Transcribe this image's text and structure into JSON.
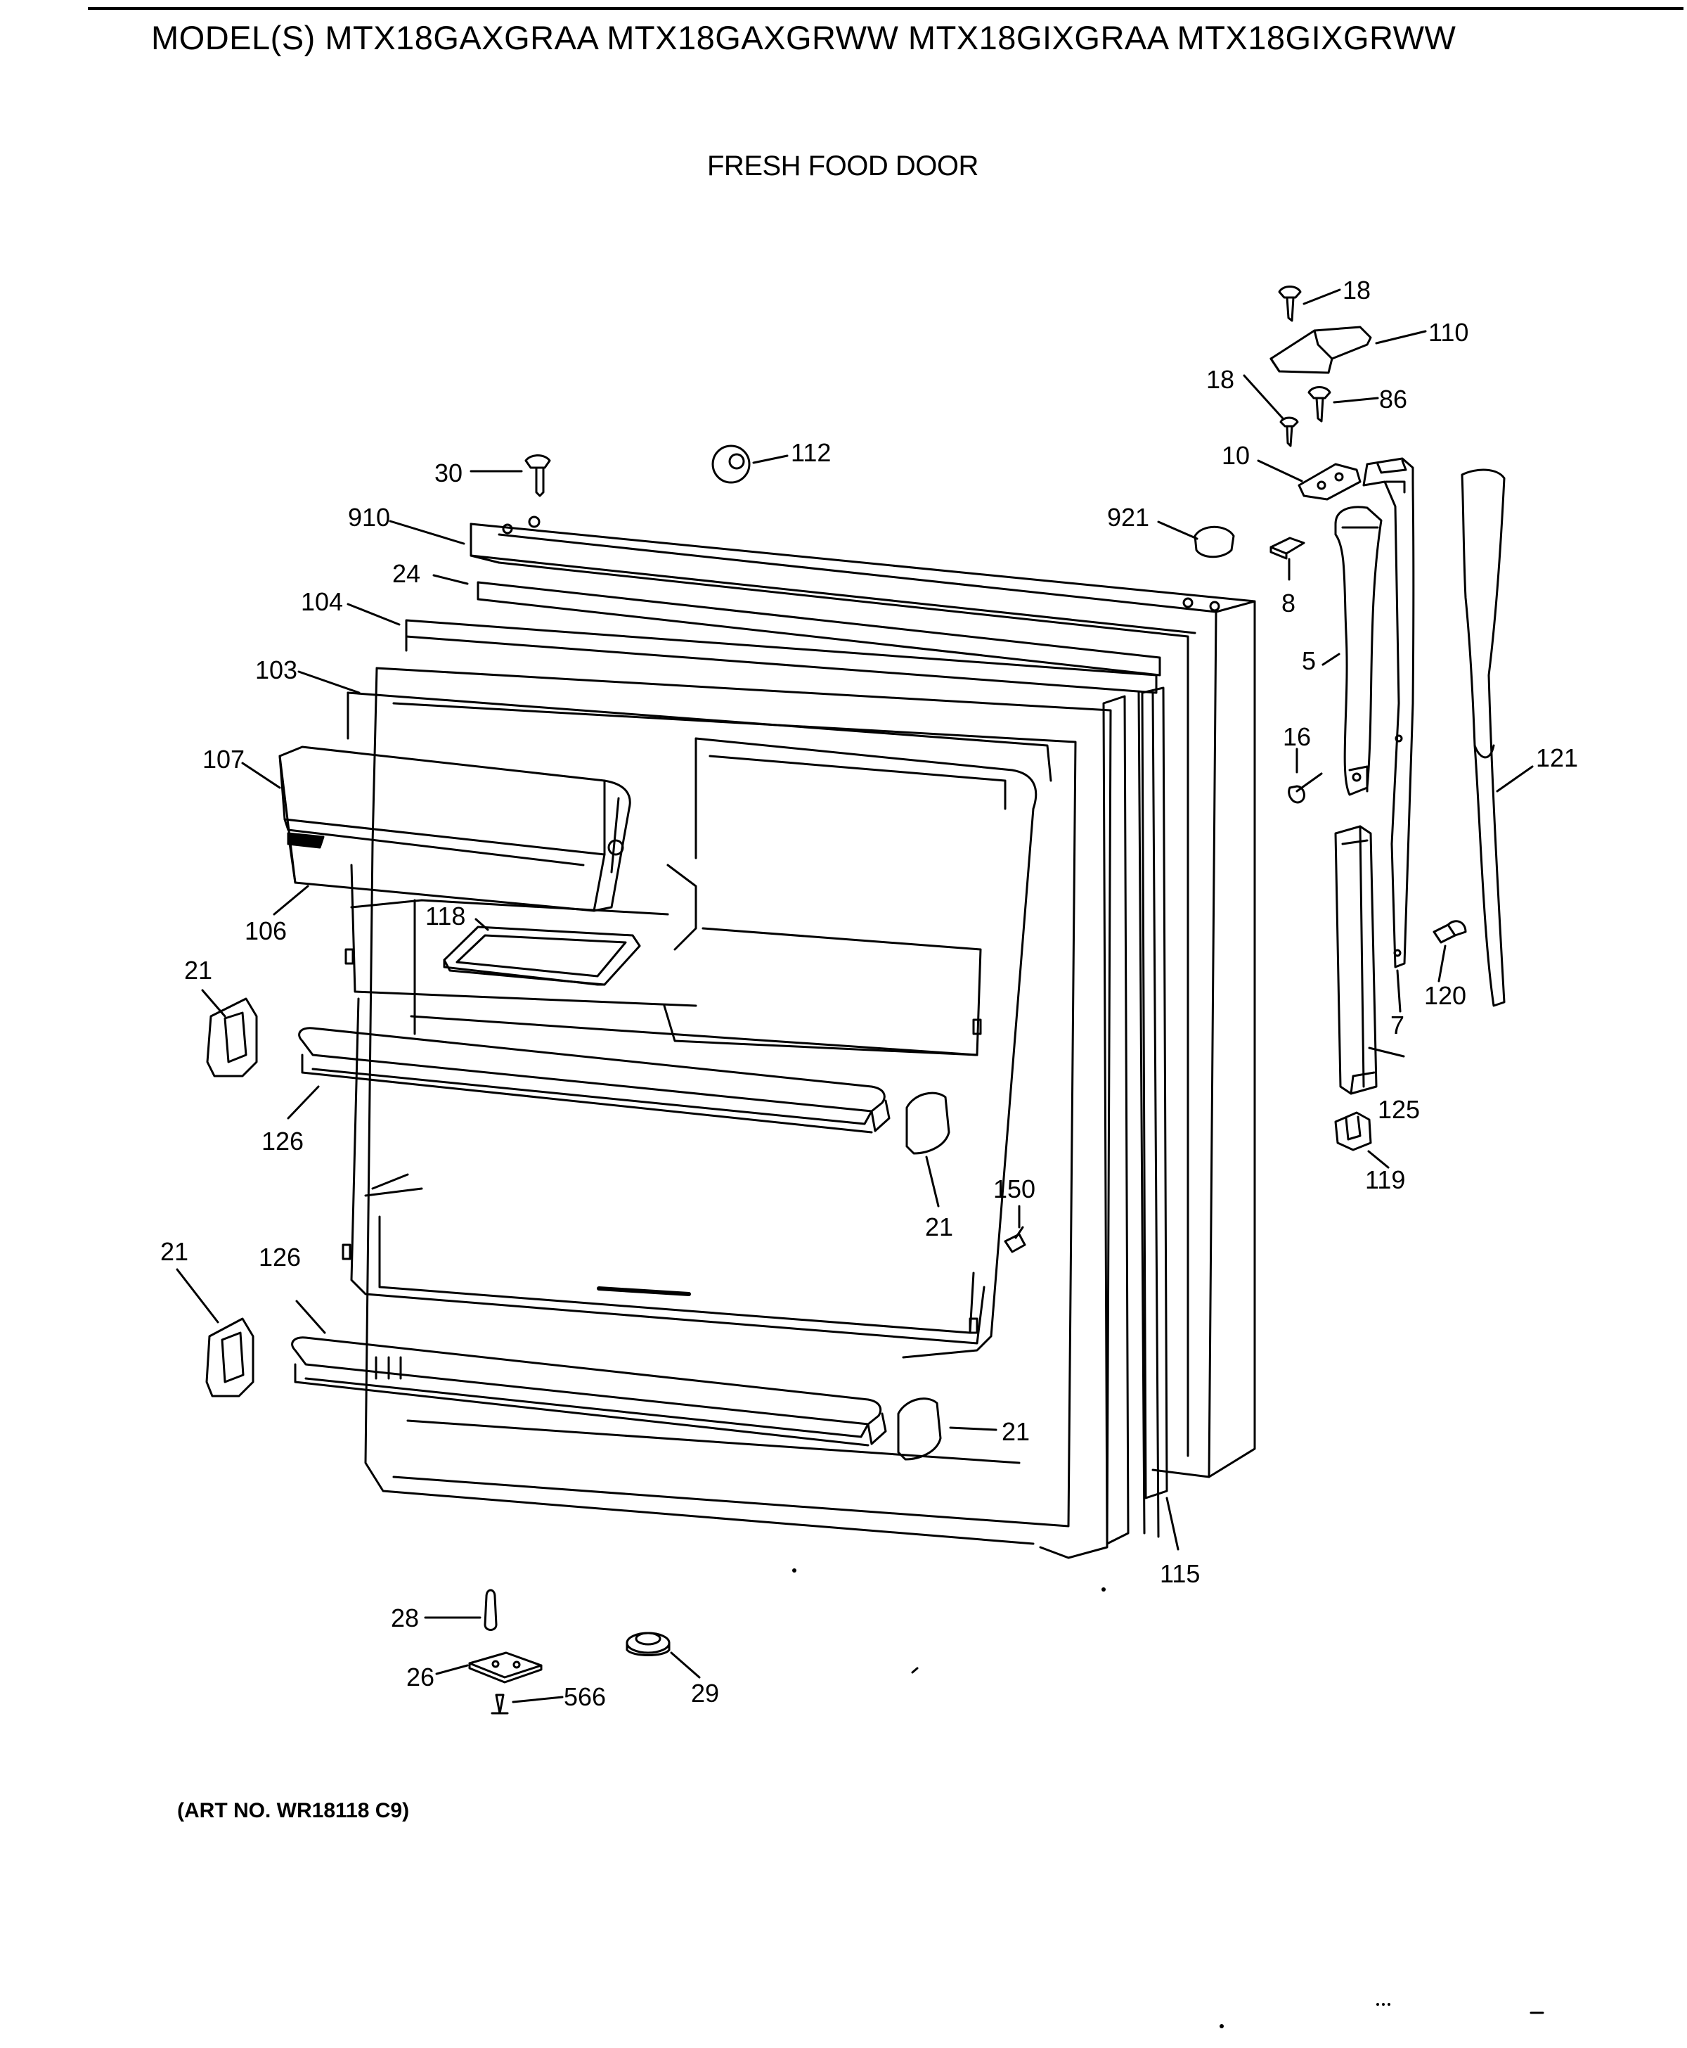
{
  "header": {
    "models": "MODEL(S) MTX18GAXGRAA MTX18GAXGRWW MTX18GIXGRAA MTX18GIXGRWW",
    "title": "FRESH FOOD DOOR"
  },
  "footer": {
    "art_no": "(ART NO. WR18118 C9)"
  },
  "callouts": {
    "p18a": "18",
    "p110": "110",
    "p18b": "18",
    "p86": "86",
    "p10": "10",
    "p30": "30",
    "p112": "112",
    "p910": "910",
    "p921": "921",
    "p8": "8",
    "p24": "24",
    "p104": "104",
    "p5": "5",
    "p103": "103",
    "p16": "16",
    "p107": "107",
    "p121": "121",
    "p106": "106",
    "p118": "118",
    "p21a": "21",
    "p120": "120",
    "p7": "7",
    "p125": "125",
    "p126a": "126",
    "p119": "119",
    "p150": "150",
    "p21b": "21",
    "p21c": "21",
    "p126b": "126",
    "p21d": "21",
    "p115": "115",
    "p28": "28",
    "p26": "26",
    "p566": "566",
    "p29": "29"
  }
}
